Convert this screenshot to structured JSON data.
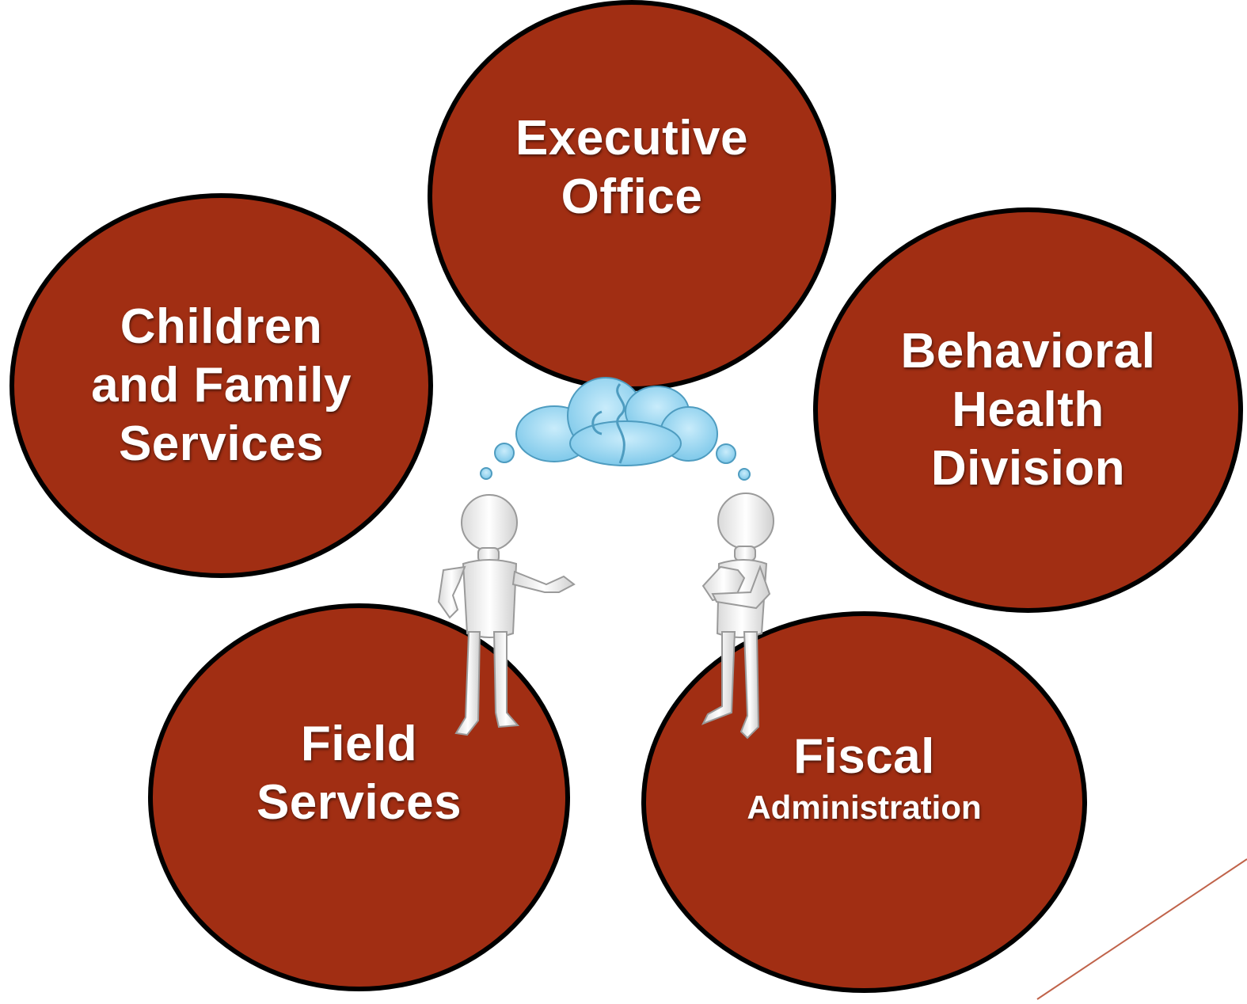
{
  "colors": {
    "circle_fill": "#a12e13",
    "circle_border": "#000000",
    "text": "#ffffff",
    "cloud": "#9fd8f0",
    "figure": "#f2f2f2",
    "accent_line": "#c0634a"
  },
  "nodes": {
    "executive": {
      "lines": [
        "Executive",
        "Office"
      ]
    },
    "children": {
      "lines": [
        "Children",
        "and Family",
        "Services"
      ]
    },
    "behavioral": {
      "lines": [
        "Behavioral",
        "Health",
        "Division"
      ]
    },
    "field": {
      "lines": [
        "Field",
        "Services"
      ]
    },
    "fiscal": {
      "title": "Fiscal",
      "subtitle": "Administration"
    }
  },
  "illustration": {
    "icon": "two-people-thinking-puzzle-cloud-icon"
  }
}
